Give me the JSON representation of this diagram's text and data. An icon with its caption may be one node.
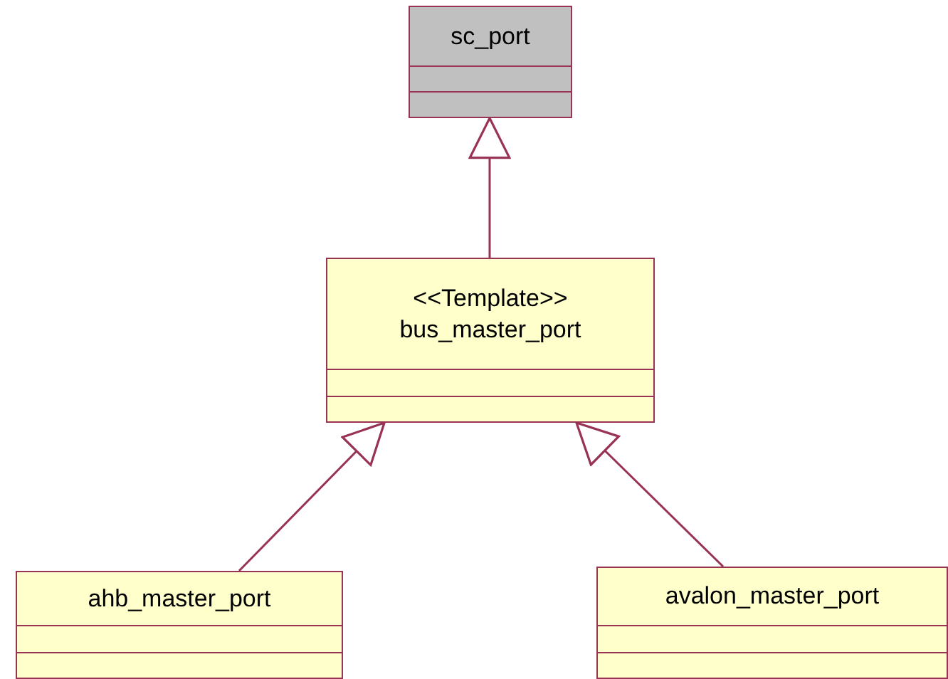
{
  "diagram": {
    "nodes": [
      {
        "text": [
          "sc_port"
        ]
      },
      {
        "text": [
          "<<Template>>",
          "bus_master_port"
        ]
      },
      {
        "text": [
          "ahb_master_port"
        ]
      },
      {
        "text": [
          "avalon_master_port"
        ]
      }
    ],
    "edges": [
      {
        "from": 1,
        "to": 0,
        "arrow": "to"
      },
      {
        "from": 2,
        "to": 1,
        "arrow": "to"
      },
      {
        "from": 3,
        "to": 1,
        "arrow": "to"
      }
    ]
  }
}
